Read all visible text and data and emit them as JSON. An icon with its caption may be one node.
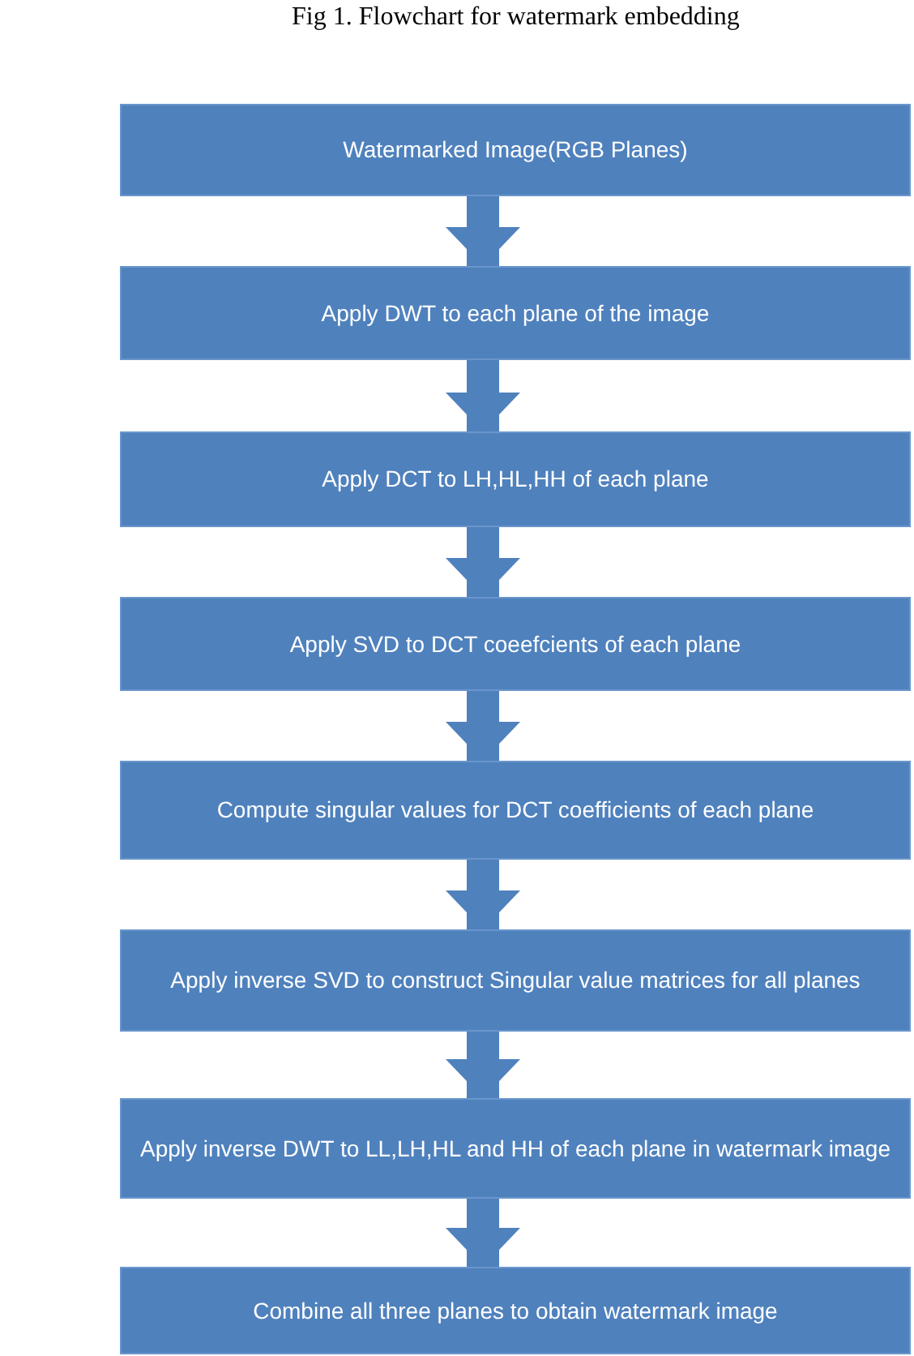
{
  "diagram": {
    "title": "Fig 1. Flowchart for watermark embedding",
    "nodes": [
      {
        "text": [
          "Watermarked Image(RGB Planes)"
        ]
      },
      {
        "text": [
          "Apply DWT to each plane of the image"
        ]
      },
      {
        "text": [
          "Apply DCT to LH,HL,HH of each plane"
        ]
      },
      {
        "text": [
          "Apply SVD to DCT coeefcients of each plane"
        ]
      },
      {
        "text": [
          "Compute singular values for DCT coefficients of each plane"
        ]
      },
      {
        "text": [
          "Apply inverse SVD to construct Singular value matrices for all planes"
        ]
      },
      {
        "text": [
          "Apply inverse DWT to LL,LH,HL and HH of each plane in watermark image"
        ]
      },
      {
        "text": [
          "Combine all three planes to obtain watermark image"
        ]
      }
    ],
    "edges": [
      {
        "from": 0,
        "to": 1,
        "arrow": "to"
      },
      {
        "from": 1,
        "to": 2,
        "arrow": "to"
      },
      {
        "from": 2,
        "to": 3,
        "arrow": "to"
      },
      {
        "from": 3,
        "to": 4,
        "arrow": "to"
      },
      {
        "from": 4,
        "to": 5,
        "arrow": "to"
      },
      {
        "from": 5,
        "to": 6,
        "arrow": "to"
      },
      {
        "from": 6,
        "to": 7,
        "arrow": "to"
      }
    ]
  }
}
